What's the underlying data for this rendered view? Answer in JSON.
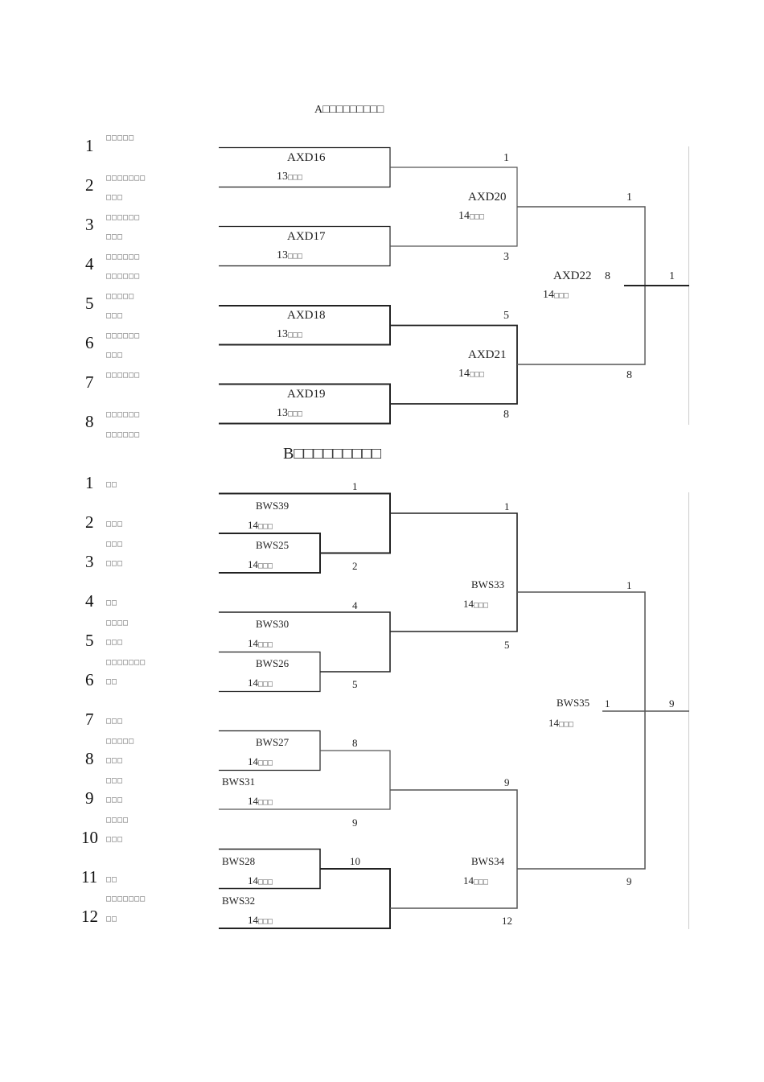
{
  "group_a": {
    "title": "A□□□□□□□□□",
    "entries": [
      {
        "seed": "1",
        "names": [
          "□□□□□"
        ]
      },
      {
        "seed": "2",
        "names": [
          "□□□□□□□",
          "□□□"
        ]
      },
      {
        "seed": "3",
        "names": [
          "□□□□□□",
          "□□□"
        ]
      },
      {
        "seed": "4",
        "names": [
          "□□□□□□",
          "□□□□□□"
        ]
      },
      {
        "seed": "5",
        "names": [
          "□□□□□",
          "□□□"
        ]
      },
      {
        "seed": "6",
        "names": [
          "□□□□□□",
          "□□□"
        ]
      },
      {
        "seed": "7",
        "names": [
          "□□□□□□"
        ]
      },
      {
        "seed": "8",
        "names": [
          "□□□□□□",
          "□□□□□□"
        ]
      }
    ],
    "matches": [
      {
        "code": "AXD16",
        "time": "13",
        "time_suffix": "□□□"
      },
      {
        "code": "AXD17",
        "time": "13",
        "time_suffix": "□□□"
      },
      {
        "code": "AXD18",
        "time": "13",
        "time_suffix": "□□□"
      },
      {
        "code": "AXD19",
        "time": "13",
        "time_suffix": "□□□"
      },
      {
        "code": "AXD20",
        "time": "14",
        "time_suffix": "□□□"
      },
      {
        "code": "AXD21",
        "time": "14",
        "time_suffix": "□□□"
      },
      {
        "code": "AXD22",
        "time": "14",
        "time_suffix": "□□□"
      }
    ],
    "results": {
      "r1_top": "1",
      "r1_bottom": "3",
      "r2_top": "5",
      "r2_bottom": "8",
      "semi_top": "1",
      "semi_bottom": "8",
      "final_loser": "8",
      "champion": "1"
    }
  },
  "group_b": {
    "title": "B□□□□□□□□□",
    "entries": [
      {
        "seed": "1",
        "names": [
          "□□"
        ]
      },
      {
        "seed": "2",
        "names": [
          "□□□",
          "□□□"
        ]
      },
      {
        "seed": "3",
        "names": [
          "□□□"
        ]
      },
      {
        "seed": "4",
        "names": [
          "□□",
          "□□□□"
        ]
      },
      {
        "seed": "5",
        "names": [
          "□□□",
          "□□□□□□□"
        ]
      },
      {
        "seed": "6",
        "names": [
          "□□"
        ]
      },
      {
        "seed": "7",
        "names": [
          "□□□",
          "□□□□□"
        ]
      },
      {
        "seed": "8",
        "names": [
          "□□□",
          "□□□"
        ]
      },
      {
        "seed": "9",
        "names": [
          "□□□",
          "□□□□"
        ]
      },
      {
        "seed": "10",
        "names": [
          "□□□"
        ]
      },
      {
        "seed": "11",
        "names": [
          "□□",
          "□□□□□□□"
        ]
      },
      {
        "seed": "12",
        "names": [
          "□□"
        ]
      }
    ],
    "matches": [
      {
        "code": "BWS39",
        "time": "14",
        "time_suffix": "□□□"
      },
      {
        "code": "BWS25",
        "time": "14",
        "time_suffix": "□□□"
      },
      {
        "code": "BWS30",
        "time": "14",
        "time_suffix": "□□□"
      },
      {
        "code": "BWS26",
        "time": "14",
        "time_suffix": "□□□"
      },
      {
        "code": "BWS27",
        "time": "14",
        "time_suffix": "□□□"
      },
      {
        "code": "BWS31",
        "time": "14",
        "time_suffix": "□□□"
      },
      {
        "code": "BWS28",
        "time": "14",
        "time_suffix": "□□□"
      },
      {
        "code": "BWS32",
        "time": "14",
        "time_suffix": "□□□"
      },
      {
        "code": "BWS33",
        "time": "14",
        "time_suffix": "□□□"
      },
      {
        "code": "BWS34",
        "time": "14",
        "time_suffix": "□□□"
      },
      {
        "code": "BWS35",
        "time": "14",
        "time_suffix": "□□□"
      }
    ],
    "results": {
      "bws39_top": "1",
      "bws25_winner": "2",
      "bws30_top": "4",
      "bws26_winner": "5",
      "bws27_winner": "8",
      "bws31_winner": "9",
      "bws28_winner": "10",
      "q1": "1",
      "q2": "5",
      "q3": "9",
      "q4": "12",
      "semi_top": "1",
      "semi_bottom": "9",
      "final_loser": "1",
      "champion": "9"
    }
  }
}
